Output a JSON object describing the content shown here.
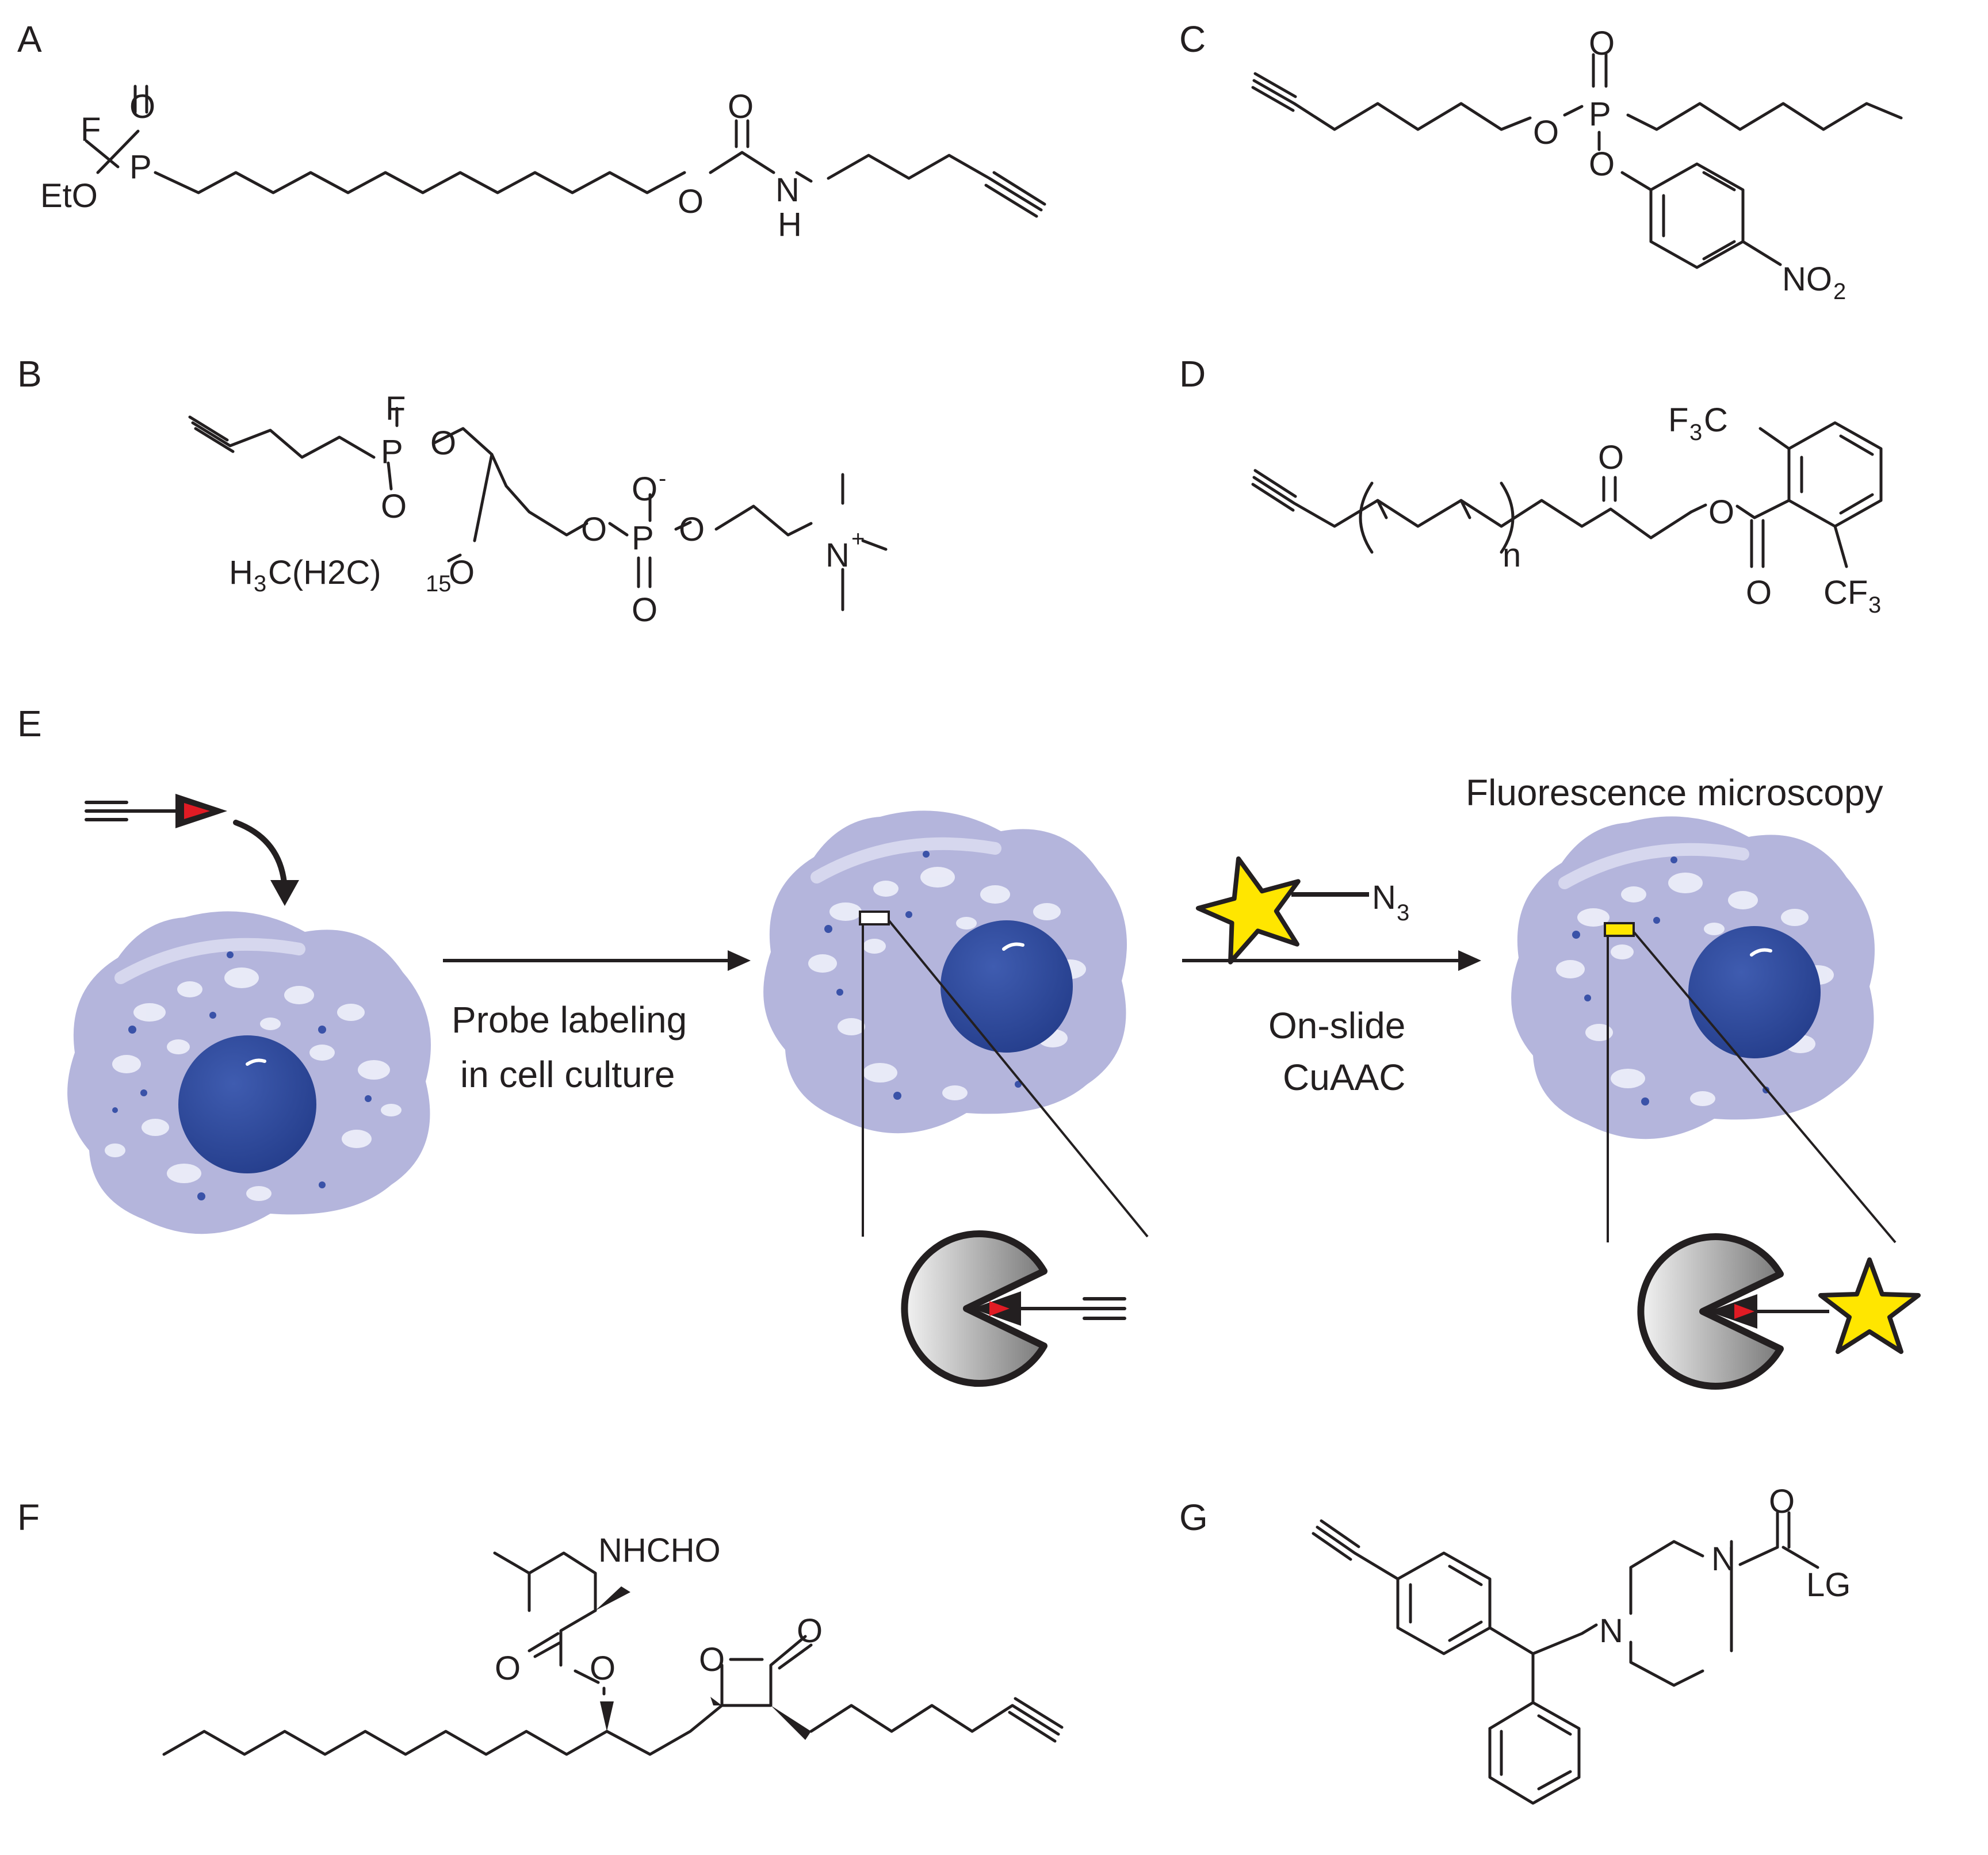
{
  "panels": {
    "a": "A",
    "b": "B",
    "c": "C",
    "d": "D",
    "e": "E",
    "f": "F",
    "g": "G"
  },
  "atoms": {
    "O": "O",
    "F": "F",
    "P": "P",
    "N": "N",
    "H": "H",
    "EtO": "EtO",
    "NO": "NO",
    "two": "2",
    "three": "3",
    "minus": "-",
    "plus": "+",
    "n": "n",
    "FC": "F",
    "C": "C",
    "CF": "CF",
    "NHCHO": "NHCHO",
    "LG": "LG",
    "H3C": "H",
    "b_c1": "C(H2C)",
    "b_15": "15",
    "N3": "N"
  },
  "captions": {
    "probe_labeling_l1": "Probe labeling",
    "probe_labeling_l2": "in cell culture",
    "onslide_l1": "On-slide",
    "onslide_l2": "CuAAC",
    "fluorescence": "Fluorescence microscopy"
  },
  "colors": {
    "cell": "#b4b5dc",
    "nucleus": "#2f4a9c",
    "probe_head": "#e01b24",
    "star": "#ffe600",
    "enzyme": "#a6a6a6"
  }
}
